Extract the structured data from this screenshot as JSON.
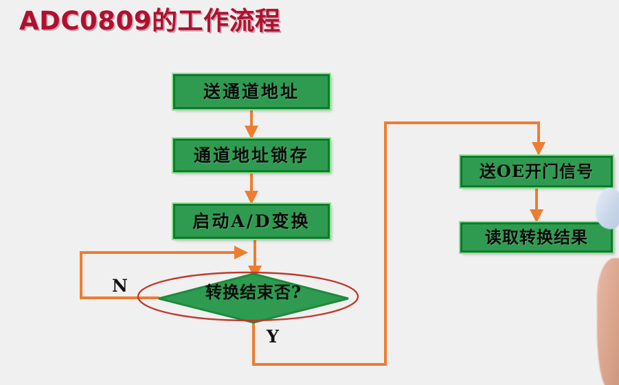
{
  "slide": {
    "title": "ADC0809的工作流程",
    "background_color": "#f0f0f0",
    "title_color": "#B01030"
  },
  "colors": {
    "node_fill": "#2E9B51",
    "node_border": "#0D7A2B",
    "node_glow": "#86E38A",
    "arrow": "#ED7D31",
    "highlight_ellipse": "#C0392B",
    "text": "#0b0b0b"
  },
  "flowchart": {
    "type": "flowchart",
    "nodes": [
      {
        "id": "send-channel-address",
        "shape": "process",
        "label": "送通道地址"
      },
      {
        "id": "latch-channel-address",
        "shape": "process",
        "label": "通道地址锁存"
      },
      {
        "id": "start-ad-conversion",
        "shape": "process",
        "label": "启动A/D变换"
      },
      {
        "id": "conversion-done",
        "shape": "decision",
        "label": "转换结束否?"
      },
      {
        "id": "send-oe-signal",
        "shape": "process",
        "label": "送OE开门信号"
      },
      {
        "id": "read-result",
        "shape": "process",
        "label": "读取转换结果"
      }
    ],
    "edges": [
      {
        "from": "send-channel-address",
        "to": "latch-channel-address",
        "label": ""
      },
      {
        "from": "latch-channel-address",
        "to": "start-ad-conversion",
        "label": ""
      },
      {
        "from": "start-ad-conversion",
        "to": "conversion-done",
        "label": ""
      },
      {
        "from": "conversion-done",
        "to": "start-ad-conversion",
        "label": "N"
      },
      {
        "from": "conversion-done",
        "to": "send-oe-signal",
        "label": "Y"
      },
      {
        "from": "send-oe-signal",
        "to": "read-result",
        "label": ""
      }
    ],
    "branch_labels": {
      "no": "N",
      "yes": "Y"
    },
    "annotation": {
      "type": "ellipse-highlight",
      "target": "conversion-done"
    }
  }
}
